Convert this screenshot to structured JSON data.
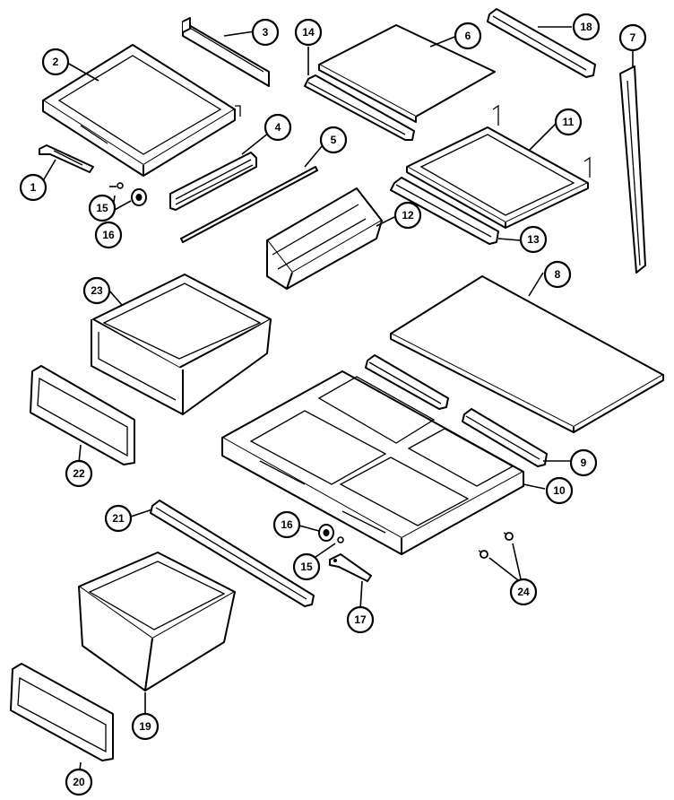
{
  "diagram": {
    "callouts": [
      {
        "id": "c1",
        "label": "1"
      },
      {
        "id": "c2",
        "label": "2"
      },
      {
        "id": "c3",
        "label": "3"
      },
      {
        "id": "c4",
        "label": "4"
      },
      {
        "id": "c5",
        "label": "5"
      },
      {
        "id": "c6",
        "label": "6"
      },
      {
        "id": "c7",
        "label": "7"
      },
      {
        "id": "c8",
        "label": "8"
      },
      {
        "id": "c9",
        "label": "9"
      },
      {
        "id": "c10",
        "label": "10"
      },
      {
        "id": "c11",
        "label": "11"
      },
      {
        "id": "c12",
        "label": "12"
      },
      {
        "id": "c13",
        "label": "13"
      },
      {
        "id": "c14",
        "label": "14"
      },
      {
        "id": "c15a",
        "label": "15"
      },
      {
        "id": "c15b",
        "label": "15"
      },
      {
        "id": "c16a",
        "label": "16"
      },
      {
        "id": "c16b",
        "label": "16"
      },
      {
        "id": "c17",
        "label": "17"
      },
      {
        "id": "c18",
        "label": "18"
      },
      {
        "id": "c19",
        "label": "19"
      },
      {
        "id": "c20",
        "label": "20"
      },
      {
        "id": "c21",
        "label": "21"
      },
      {
        "id": "c22",
        "label": "22"
      },
      {
        "id": "c23",
        "label": "23"
      },
      {
        "id": "c24",
        "label": "24"
      }
    ]
  }
}
